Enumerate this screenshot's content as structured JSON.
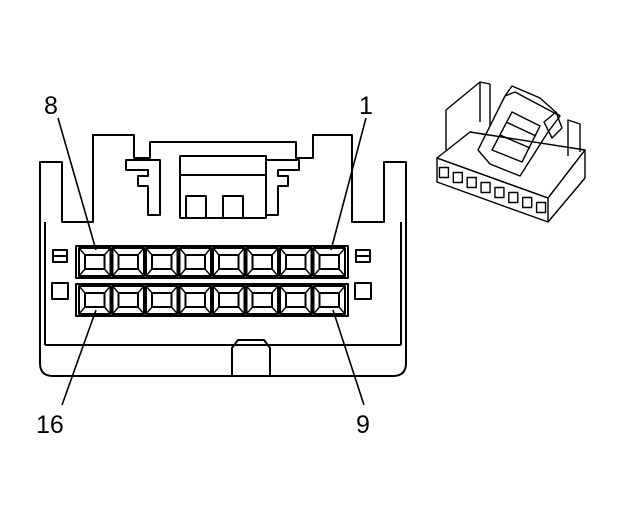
{
  "pin_labels": {
    "top_left": "8",
    "top_right": "1",
    "bottom_left": "16",
    "bottom_right": "9"
  },
  "connector": {
    "cavities_top_row": 8,
    "cavities_bottom_row": 8
  },
  "colors": {
    "line": "#000000",
    "background": "#ffffff"
  }
}
